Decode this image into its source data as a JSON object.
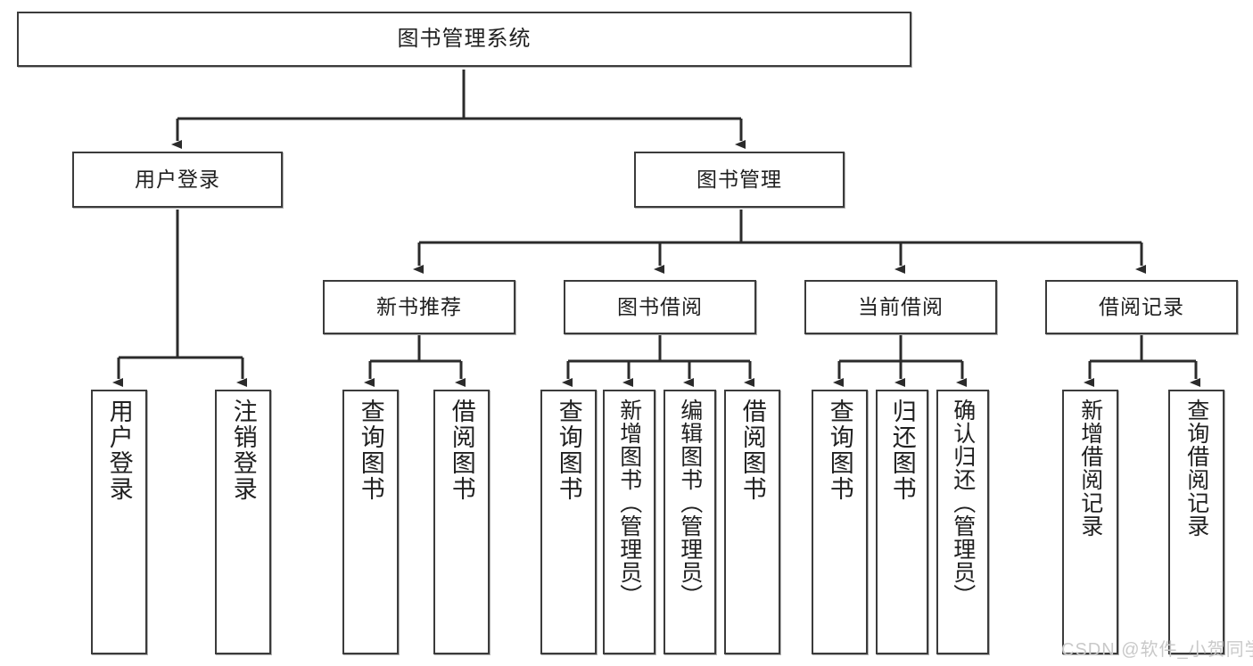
{
  "diagram": {
    "title": "图书管理系统",
    "type": "tree-hierarchy",
    "orientation": "top-down",
    "colors": {
      "box_border": "#3b3b3b",
      "box_fill": "#ffffff",
      "line": "#2b2b2b",
      "text": "#1f1f1f",
      "watermark": "#c9c9c9",
      "background": "#ffffff"
    }
  },
  "root": {
    "label": "图书管理系统"
  },
  "level1": [
    {
      "label": "用户登录"
    },
    {
      "label": "图书管理"
    }
  ],
  "level2": [
    {
      "label": "新书推荐"
    },
    {
      "label": "图书借阅"
    },
    {
      "label": "当前借阅"
    },
    {
      "label": "借阅记录"
    }
  ],
  "leaves": {
    "user_login": [
      {
        "label": "用户登录"
      },
      {
        "label": "注销登录"
      }
    ],
    "new_book_recommend": [
      {
        "label": "查询图书"
      },
      {
        "label": "借阅图书"
      }
    ],
    "book_borrow": [
      {
        "label": "查询图书"
      },
      {
        "label": "新增图书（管理员）"
      },
      {
        "label": "编辑图书（管理员）"
      },
      {
        "label": "借阅图书"
      }
    ],
    "current_borrow": [
      {
        "label": "查询图书"
      },
      {
        "label": "归还图书"
      },
      {
        "label": "确认归还（管理员）"
      }
    ],
    "borrow_record": [
      {
        "label": "新增借阅记录"
      },
      {
        "label": "查询借阅记录"
      }
    ]
  },
  "watermark": {
    "text": "CSDN @软件_小贺同学"
  }
}
